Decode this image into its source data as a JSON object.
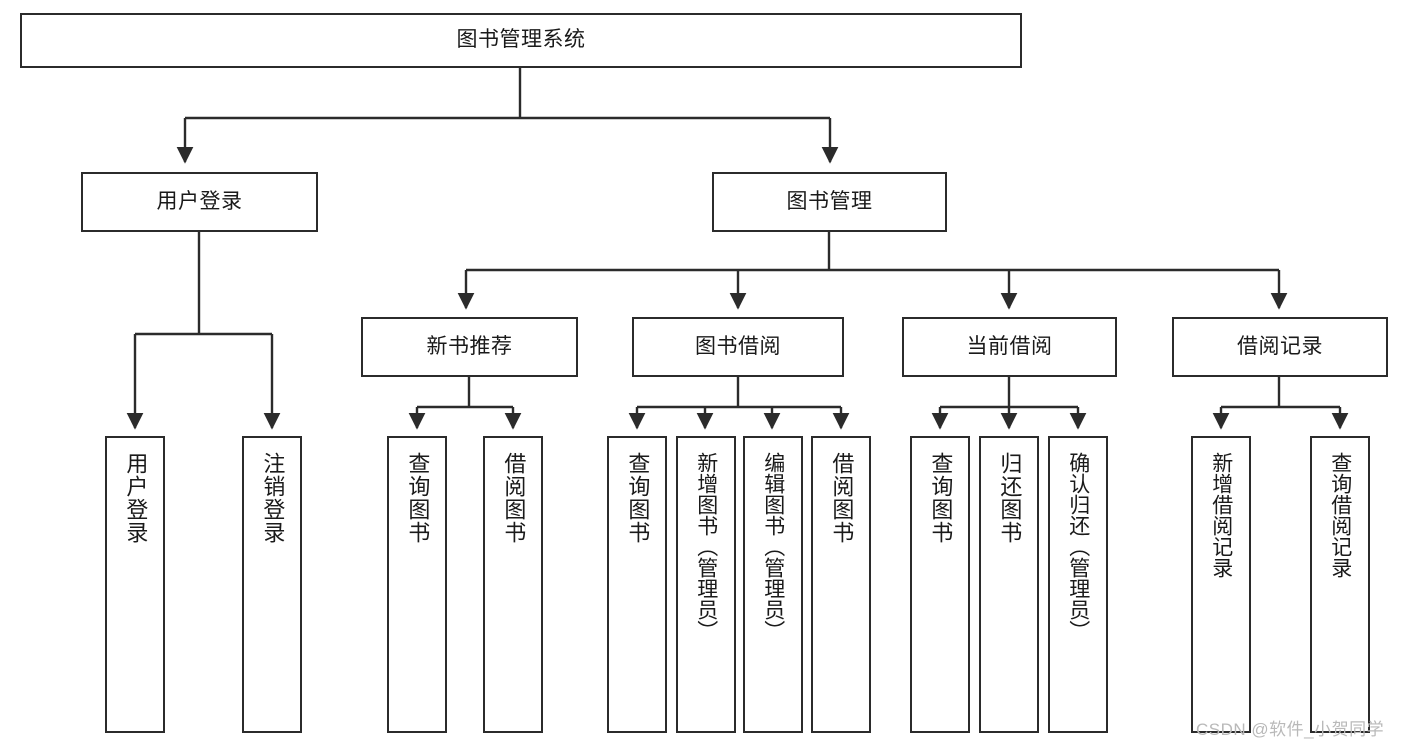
{
  "diagram": {
    "type": "hierarchy-tree",
    "title": "图书管理系统",
    "root": {
      "label": "图书管理系统"
    },
    "level1": [
      {
        "label": "用户登录"
      },
      {
        "label": "图书管理"
      }
    ],
    "level2": [
      {
        "label": "新书推荐",
        "parent": "图书管理"
      },
      {
        "label": "图书借阅",
        "parent": "图书管理"
      },
      {
        "label": "当前借阅",
        "parent": "图书管理"
      },
      {
        "label": "借阅记录",
        "parent": "图书管理"
      }
    ],
    "leaves": {
      "user_login": [
        {
          "label": "用户登录"
        },
        {
          "label": "注销登录"
        }
      ],
      "new_book_recommend": [
        {
          "label": "查询图书"
        },
        {
          "label": "借阅图书"
        }
      ],
      "book_borrow": [
        {
          "label": "查询图书"
        },
        {
          "label": "新增图书（管理员）"
        },
        {
          "label": "编辑图书（管理员）"
        },
        {
          "label": "借阅图书"
        }
      ],
      "current_borrow": [
        {
          "label": "查询图书"
        },
        {
          "label": "归还图书"
        },
        {
          "label": "确认归还（管理员）"
        }
      ],
      "borrow_records": [
        {
          "label": "新增借阅记录"
        },
        {
          "label": "查询借阅记录"
        }
      ]
    }
  },
  "watermark": {
    "text": "CSDN @软件_小贺同学"
  },
  "colors": {
    "stroke": "#2b2b2b",
    "background": "#ffffff",
    "text": "#1a1a1a",
    "watermark": "#b9b9b9"
  }
}
